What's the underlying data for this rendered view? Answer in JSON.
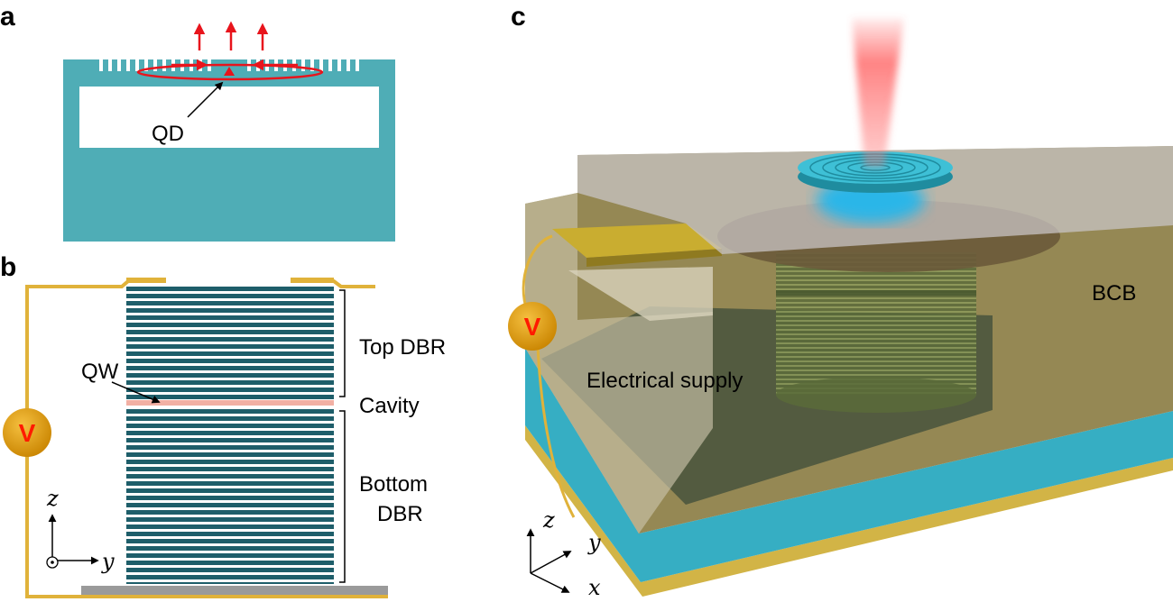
{
  "panels": {
    "a": {
      "letter": "a",
      "qd_label": "QD"
    },
    "b": {
      "letter": "b",
      "labels": {
        "top_dbr": "Top DBR",
        "qw": "QW",
        "cavity": "Cavity",
        "bottom_dbr_line1": "Bottom",
        "bottom_dbr_line2": "DBR"
      },
      "voltage": "V",
      "axes": {
        "z": "z",
        "y": "y"
      }
    },
    "c": {
      "letter": "c",
      "labels": {
        "bcb": "BCB",
        "electrical_supply": "Electrical supply"
      },
      "voltage": "V",
      "axes": {
        "z": "z",
        "y": "y",
        "x": "x"
      }
    }
  },
  "colors": {
    "teal": "#4fadb6",
    "dbr_dark": "#1e5e6a",
    "gold": "#e0b23a",
    "red_arrow": "#e8141c",
    "cavity": "#f2b0a4",
    "cyan_layer": "#36aec3",
    "bcb": "#8c7e45"
  }
}
